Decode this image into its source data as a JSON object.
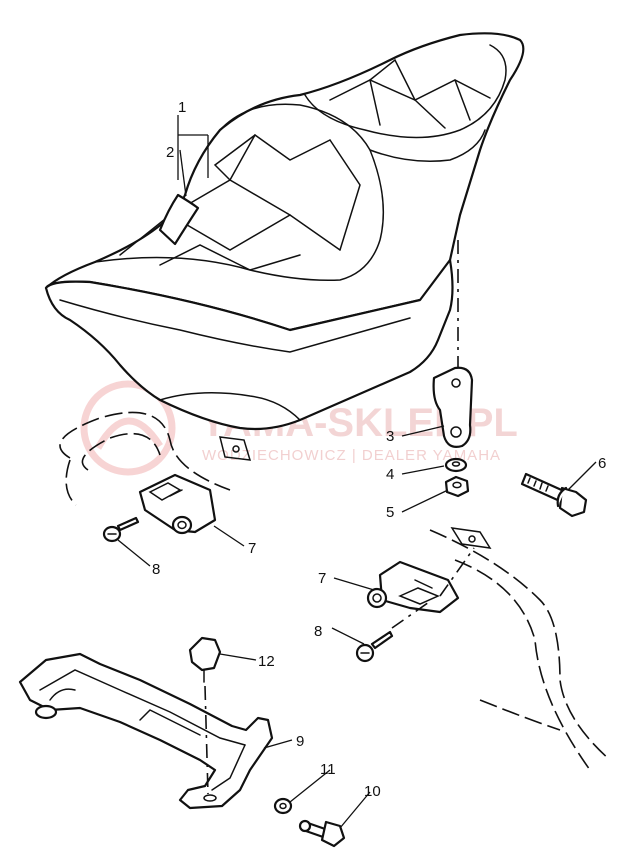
{
  "watermark": {
    "brand": "YAMA-SKLEP.PL",
    "tagline": "WODZIECHOWICZ | DEALER YAMAHA"
  },
  "callouts": [
    {
      "id": "1",
      "label": "1"
    },
    {
      "id": "2",
      "label": "2"
    },
    {
      "id": "3",
      "label": "3"
    },
    {
      "id": "4",
      "label": "4"
    },
    {
      "id": "5",
      "label": "5"
    },
    {
      "id": "6",
      "label": "6"
    },
    {
      "id": "7a",
      "label": "7"
    },
    {
      "id": "7b",
      "label": "7"
    },
    {
      "id": "8a",
      "label": "8"
    },
    {
      "id": "8b",
      "label": "8"
    },
    {
      "id": "9",
      "label": "9"
    },
    {
      "id": "10",
      "label": "10"
    },
    {
      "id": "11",
      "label": "11"
    },
    {
      "id": "12",
      "label": "12"
    }
  ]
}
